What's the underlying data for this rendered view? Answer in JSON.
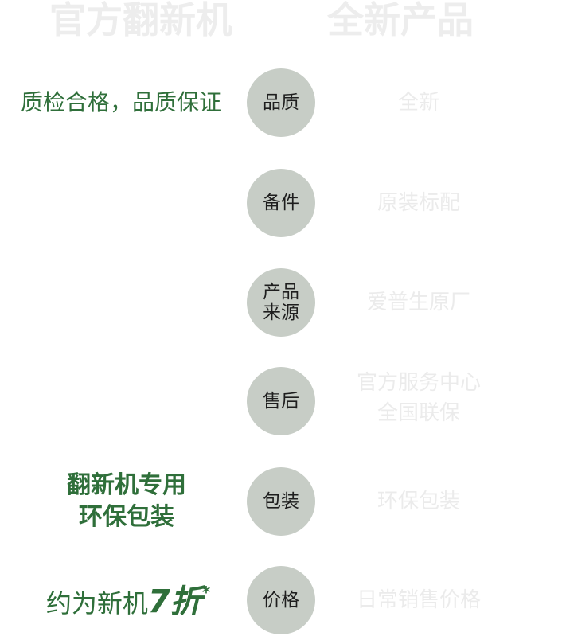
{
  "titles": {
    "left": "官方翻新机",
    "right": "全新产品"
  },
  "rows": [
    {
      "label": "品质",
      "right": "全新",
      "left": "质检合格，品质保证"
    },
    {
      "label": "备件",
      "right": "原装标配"
    },
    {
      "label": "产品\n来源",
      "right": "爱普生原厂"
    },
    {
      "label": "售后",
      "right": "官方服务中心\n全国联保"
    },
    {
      "label": "包装",
      "right": "环保包装",
      "left": "翻新机专用\n环保包装"
    },
    {
      "label": "价格",
      "right": "日常销售价格"
    }
  ],
  "price": {
    "prefix": "约为新机",
    "discount": "7折",
    "mark": "*"
  },
  "colors": {
    "accent_green": "#2f6f3a",
    "circle_fill": "#c7cdc6",
    "faded_text": "#ebebeb"
  }
}
